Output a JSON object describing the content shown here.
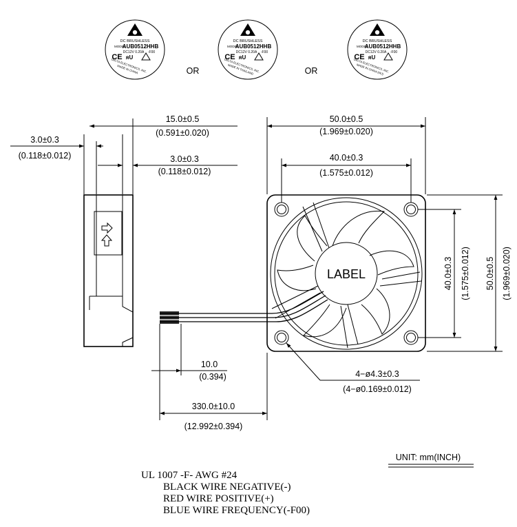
{
  "labels": [
    {
      "brand": "DC BRUSHLESS",
      "model_prefix": "MODEL",
      "model": "AUB0512HHB",
      "rating": "DC12V 0.20A",
      "variant": "-F00",
      "ce": "CE",
      "company": "DELTA ELECTRONICS, INC.",
      "origin": "MADE IN CHINA"
    },
    {
      "brand": "DC BRUSHLESS",
      "model_prefix": "MODEL",
      "model": "AUB0512HHB",
      "rating": "DC12V 0.20A",
      "variant": "-F00",
      "ce": "CE",
      "company": "DELTA ELECTRONICS, INC.",
      "origin": "MADE IN THAILAND"
    },
    {
      "brand": "DC BRUSHLESS",
      "model_prefix": "MODEL",
      "model": "AUB0512HHB",
      "rating": "DC12V 0.20A",
      "variant": "-F00",
      "ce": "CE",
      "company": "DELTA ELECTRONICS, INC.",
      "origin": "MADE IN CHINA (WJ)"
    }
  ],
  "or_text": [
    "OR",
    "OR"
  ],
  "dimensions": {
    "side_depth": {
      "mm": "15.0±0.5",
      "inch": "(0.591±0.020)"
    },
    "side_left_rim": {
      "mm": "3.0±0.3",
      "inch": "(0.118±0.012)"
    },
    "side_right_rim": {
      "mm": "3.0±0.3",
      "inch": "(0.118±0.012)"
    },
    "width_total": {
      "mm": "50.0±0.5",
      "inch": "(1.969±0.020)"
    },
    "width_holes": {
      "mm": "40.0±0.3",
      "inch": "(1.575±0.012)"
    },
    "height_holes": {
      "mm": "40.0±0.3",
      "inch": "(1.575±0.012)"
    },
    "height_total": {
      "mm": "50.0±0.5",
      "inch": "(1.969±0.020)"
    },
    "wire_strip": {
      "mm": "10.0",
      "inch": "(0.394)"
    },
    "wire_length": {
      "mm": "330.0±10.0",
      "inch": "(12.992±0.394)"
    },
    "mount_holes": {
      "mm": "4−ø4.3±0.3",
      "inch": "(4−ø0.169±0.012)"
    }
  },
  "hub_label": "LABEL",
  "unit": "UNIT:  mm(INCH)",
  "wire_notes": {
    "spec": "UL 1007 -F- AWG #24",
    "lines": [
      "BLACK WIRE NEGATIVE(-)",
      "RED WIRE POSITIVE(+)",
      "BLUE WIRE FREQUENCY(-F00)"
    ]
  }
}
